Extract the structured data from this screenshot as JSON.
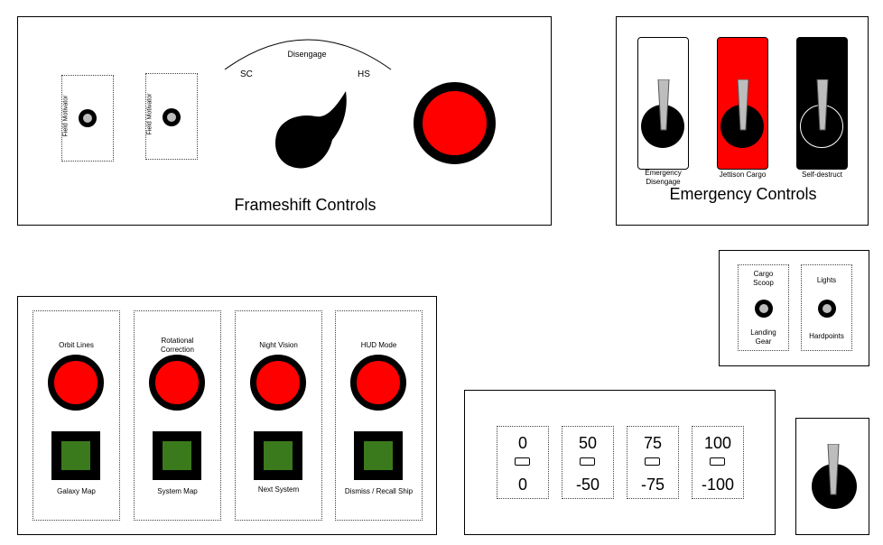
{
  "frameshift": {
    "title": "Frameshift Controls",
    "field_motivator_1": "Field Motivator",
    "field_motivator_2": "Field Motivator",
    "dial_top": "Disengage",
    "dial_left": "SC",
    "dial_right": "HS"
  },
  "emergency": {
    "title": "Emergency Controls",
    "switches": [
      {
        "label_line1": "Emergency",
        "label_line2": "Disengage",
        "color": "#ffffff"
      },
      {
        "label": "Jettison Cargo",
        "color": "#ff0000"
      },
      {
        "label": "Self-destruct",
        "color": "#000000"
      }
    ]
  },
  "utility": {
    "cargo_top_1": "Cargo",
    "cargo_top_2": "Scoop",
    "cargo_bottom_1": "Landing",
    "cargo_bottom_2": "Gear",
    "lights_top": "Lights",
    "lights_bottom": "Hardpoints"
  },
  "navigation": {
    "columns": [
      {
        "top": "Orbit Lines",
        "bottom": "Galaxy Map"
      },
      {
        "top_1": "Rotational",
        "top_2": "Correction",
        "bottom": "System Map"
      },
      {
        "top": "Night Vision",
        "bottom": "Next System"
      },
      {
        "top": "HUD Mode",
        "bottom": "Dismiss / Recall Ship"
      }
    ]
  },
  "throttle": {
    "presets": [
      {
        "top": "0",
        "bottom": "0"
      },
      {
        "top": "50",
        "bottom": "-50"
      },
      {
        "top": "75",
        "bottom": "-75"
      },
      {
        "top": "100",
        "bottom": "-100"
      }
    ]
  },
  "colors": {
    "red": "#ff0000",
    "green": "#3a7a1c",
    "lever": "#bdbdbd"
  }
}
